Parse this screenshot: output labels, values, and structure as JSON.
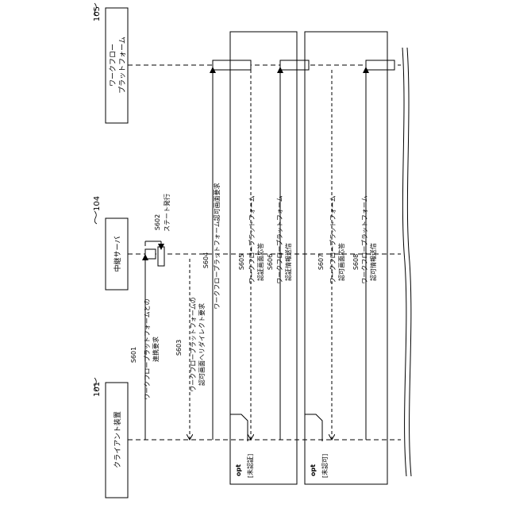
{
  "participants": {
    "client": {
      "name": "クライアント装置",
      "ref": "101"
    },
    "relay": {
      "name": "中継サーバ",
      "ref": "104"
    },
    "workflow": {
      "name_line1": "ワークフロー",
      "name_line2": "プラットフォーム",
      "ref": "105"
    }
  },
  "messages": {
    "s601": {
      "step": "S601",
      "line1": "ワークフロープラットフォームとの",
      "line2": "連携要求"
    },
    "s602": {
      "step": "S602",
      "line1": "ステート発行"
    },
    "s603": {
      "step": "S603",
      "line1": "ワークフロープラットフォームの",
      "line2": "認可画面へリダイレクト要求"
    },
    "s604": {
      "step": "S604",
      "line1": "ワークフロープラットフォーム認可画面要求"
    },
    "s605": {
      "step": "S605",
      "line1": "ワークフロープラットフォーム",
      "line2": "認証画面応答"
    },
    "s606": {
      "step": "S606",
      "line1": "ワークフロープラットフォーム",
      "line2": "認証情報送信"
    },
    "s607": {
      "step": "S607",
      "line1": "ワークフロープラットフォーム",
      "line2": "認可画面応答"
    },
    "s608": {
      "step": "S608",
      "line1": "ワークフロープラットフォーム",
      "line2": "認可情報送信"
    }
  },
  "fragments": {
    "opt1": {
      "tag": "opt",
      "guard": "[未認証]"
    },
    "opt2": {
      "tag": "opt",
      "guard": "[未認可]"
    }
  }
}
